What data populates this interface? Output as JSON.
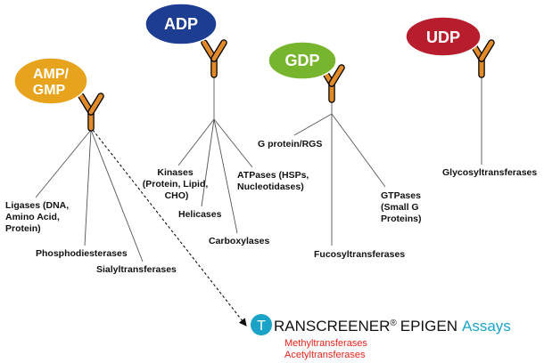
{
  "nodes": {
    "amp": {
      "label_line1": "AMP/",
      "label_line2": "GMP",
      "color": "#e8a31c"
    },
    "adp": {
      "label": "ADP",
      "color": "#1c3d91"
    },
    "gdp": {
      "label": "GDP",
      "color": "#78b52e"
    },
    "udp": {
      "label": "UDP",
      "color": "#b81d2d"
    }
  },
  "antibody_color": "#e08a2a",
  "amp_enzymes": {
    "ligases": [
      "Ligases (DNA,",
      "Amino Acid,",
      "Protein)"
    ],
    "phosphodiesterases": "Phosphodiesterases",
    "sialyltransferases": "Sialyltransferases"
  },
  "adp_enzymes": {
    "kinases": [
      "Kinases",
      "(Protein, Lipid,",
      "CHO)"
    ],
    "helicases": "Helicases",
    "atpases": [
      "ATPases (HSPs,",
      "Nucleotidases)"
    ],
    "carboxylases": "Carboxylases"
  },
  "gdp_enzymes": {
    "g_protein": "G protein/RGS",
    "gtpases": [
      "GTPases",
      "(Small G",
      "Proteins)"
    ],
    "fucosyltransferases": "Fucosyltransferases"
  },
  "udp_enzymes": {
    "glycosyltransferases": "Glycosyltransferases"
  },
  "brand": {
    "logo_letter": "T",
    "name": "RANSCREENER",
    "registered": "®",
    "product": "EPIGEN",
    "assays": "Assays",
    "line1": "Methyltransferases",
    "line2": "Acetyltransferases",
    "logo_color": "#1aa3c7"
  }
}
